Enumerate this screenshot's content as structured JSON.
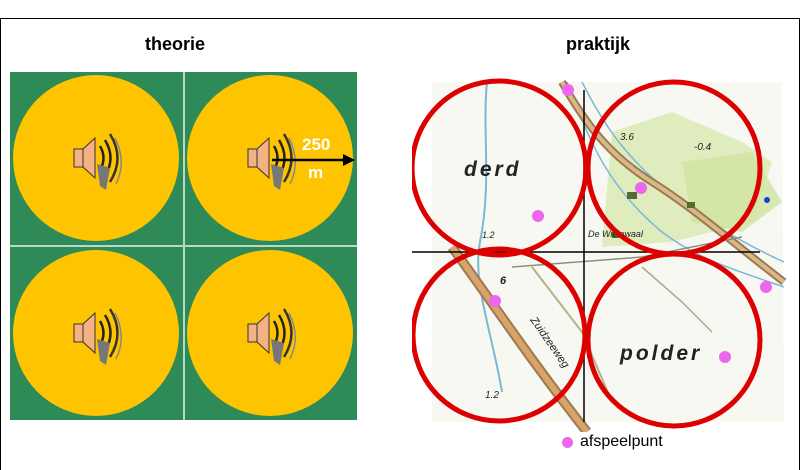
{
  "title_fragment": "g    ... g",
  "headings": {
    "theory": "theorie",
    "practice": "praktijk"
  },
  "theory": {
    "radius_label": "250\nm",
    "radius_label_line1": "250",
    "radius_label_line2": "m",
    "circle_color": "#ffc400",
    "background_color": "#2e8b57",
    "icon": "speaker-icon"
  },
  "practice": {
    "circle_color": "#dd0000",
    "point_color": "#ee66ee",
    "map_labels": [
      "derd",
      "polder",
      "Zuidzeeweg",
      "De Wielewaal",
      "3.6",
      "-0.4",
      "1.2",
      "6",
      "1.2"
    ]
  },
  "legend": {
    "label": "afspeelpunt"
  }
}
